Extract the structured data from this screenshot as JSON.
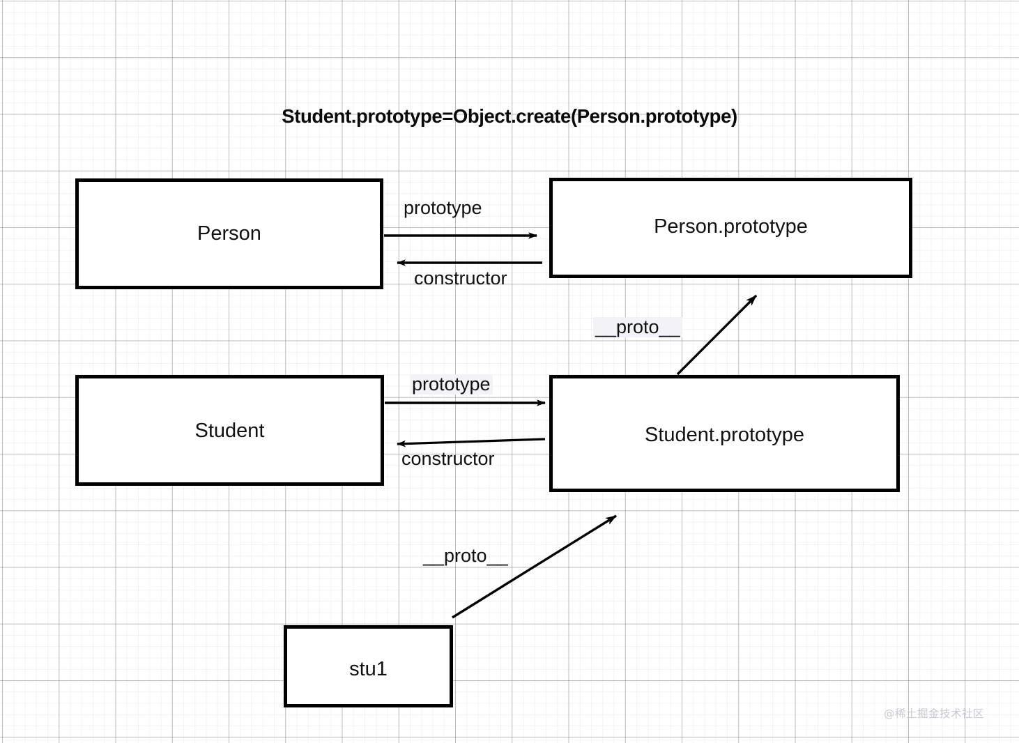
{
  "title": "Student.prototype=Object.create(Person.prototype)",
  "nodes": {
    "person": "Person",
    "person_prototype": "Person.prototype",
    "student": "Student",
    "student_prototype": "Student.prototype",
    "stu1": "stu1"
  },
  "edges": {
    "person_to_proto": "prototype",
    "proto_to_person": "constructor",
    "student_to_proto": "prototype",
    "proto_to_student": "constructor",
    "studentproto_to_personproto": "__proto__",
    "stu1_to_studentproto": "__proto__"
  },
  "watermark": "@稀土掘金技术社区",
  "colors": {
    "stroke": "#000000",
    "text": "#111111",
    "background": "#ffffff",
    "grid_major": "#b4b4bd",
    "grid_minor": "#edeef2",
    "label_highlight": "#f2f2f7",
    "watermark": "#c9c9cf"
  }
}
